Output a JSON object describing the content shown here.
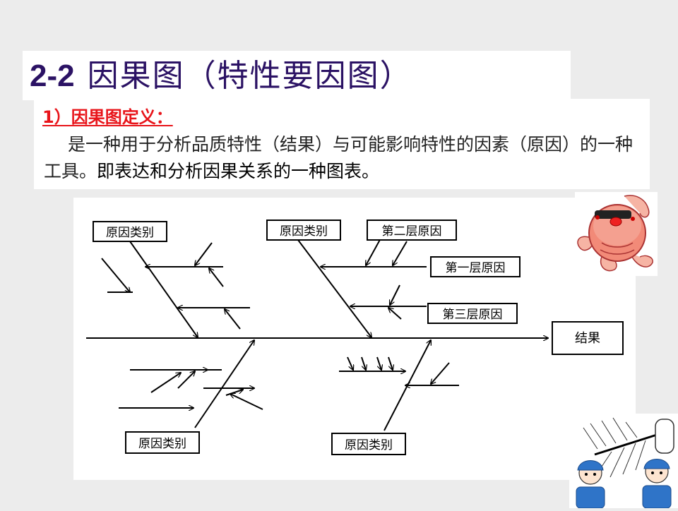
{
  "slide": {
    "number": "2-2",
    "title": "因果图（特性要因图）",
    "definition_heading": "1）因果图定义：",
    "definition_text_part1": "是一种用于分析品质特性（结果）与可能影响特性的因素（原因）的一种工具。",
    "definition_text_part2": "即表达和分析因果关系的一种图表。"
  },
  "diagram": {
    "labels": {
      "cause_category_top_left": "原因类别",
      "cause_category_top_mid": "原因类别",
      "cause_category_bottom_left": "原因类别",
      "cause_category_bottom_mid": "原因类别",
      "second_level_cause": "第二层原因",
      "first_level_cause": "第一层原因",
      "third_level_cause": "第三层原因",
      "result": "结果"
    }
  },
  "colors": {
    "title": "#2b1264",
    "heading": "#e8141a",
    "fish_body": "#f28a78",
    "worker_cap": "#2f74c8"
  }
}
